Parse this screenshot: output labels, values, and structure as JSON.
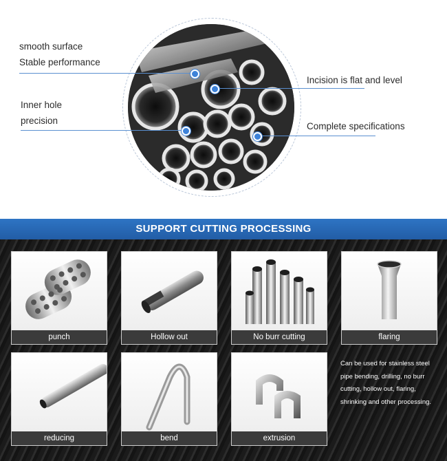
{
  "callouts": {
    "left1_line1": "smooth surface",
    "left1_line2": "Stable performance",
    "left2_line1": "Inner hole",
    "left2_line2": "precision",
    "right1": "Incision is flat and level",
    "right2": "Complete specifications"
  },
  "banner": {
    "title": "SUPPORT CUTTING PROCESSING"
  },
  "cards": [
    {
      "label": "punch"
    },
    {
      "label": "Hollow out"
    },
    {
      "label": "No burr cutting"
    },
    {
      "label": "flaring"
    },
    {
      "label": "reducing"
    },
    {
      "label": "bend"
    },
    {
      "label": "extrusion"
    }
  ],
  "note": "Can be used for stainless steel pipe bending, drilling, no burr cutting, hollow out, flaring, shrinking and other processing.",
  "colors": {
    "accent": "#2e74c4",
    "callout_line": "#5a8fd0",
    "dot": "#3d82d9",
    "caption_bg": "#3b3b3b"
  }
}
